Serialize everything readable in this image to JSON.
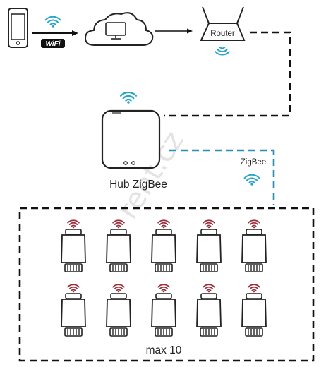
{
  "labels": {
    "wifi_badge": "WiFi",
    "router": "Router",
    "hub": "Hub ZigBee",
    "zigbee": "ZigBee",
    "group": "max 10"
  },
  "watermark": "rent.cz",
  "icons": {
    "smartphone": "smartphone-icon",
    "cloud": "cloud-icon",
    "router": "router-icon",
    "hub": "zigbee-hub-icon",
    "thermostat": "thermostatic-head-icon"
  },
  "colors": {
    "wifi_signal": "#2aa6c8",
    "thermostat_signal": "#9a2f3c",
    "wired_link": "#111111",
    "zigbee_link": "#2a8fb0",
    "outline": "#222222"
  },
  "devices": {
    "rows": 2,
    "per_row": 5
  }
}
